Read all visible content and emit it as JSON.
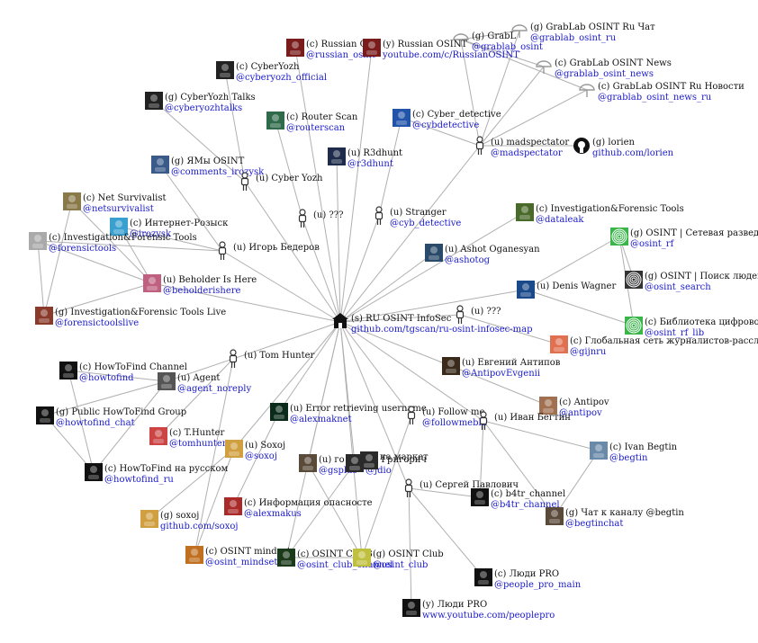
{
  "center": {
    "label": "(s) RU OSINT InfoSec",
    "sub": "github.com/tgscan/ru-osint-infosec-map"
  },
  "nodes": [
    {
      "id": "russian_osint_c",
      "label": "(c) Russian OS",
      "sub": "@russian_osint",
      "icon": "avatar-icon",
      "color": "#7a1c1c"
    },
    {
      "id": "russian_osint_y",
      "label": "(y) Russian OSINT",
      "sub": "youtube.com/c/RussianOSINT",
      "icon": "avatar-icon",
      "color": "#7a1c1c"
    },
    {
      "id": "grablab_g",
      "label": "(g) GrabL",
      "sub": "@grablab_osint",
      "icon": "umbrella-icon",
      "color": "#999999"
    },
    {
      "id": "grablab_ru_chat",
      "label": "(g) GrabLab OSINT Ru Чат",
      "sub": "@grablab_osint_ru",
      "icon": "umbrella-icon",
      "color": "#999999"
    },
    {
      "id": "grablab_news",
      "label": "(c) GrabLab OSINT News",
      "sub": "@grablab_osint_news",
      "icon": "umbrella-icon",
      "color": "#999999"
    },
    {
      "id": "grablab_ru_news",
      "label": "(c) GrabLab OSINT Ru Новости",
      "sub": "@grablab_osint_news_ru",
      "icon": "umbrella-icon",
      "color": "#999999"
    },
    {
      "id": "cyberyozh_c",
      "label": "(c) CyberYozh",
      "sub": "@cyberyozh_official",
      "icon": "avatar-icon",
      "color": "#222222"
    },
    {
      "id": "cyberyozh_talks",
      "label": "(g) CyberYozh Talks",
      "sub": "@cyberyozhtalks",
      "icon": "avatar-icon",
      "color": "#222222"
    },
    {
      "id": "router_scan",
      "label": "(c) Router Scan",
      "sub": "@routerscan",
      "icon": "avatar-icon",
      "color": "#2f6b4a"
    },
    {
      "id": "cyber_detective",
      "label": "(c) Cyber_detective",
      "sub": "@cybdetective",
      "icon": "avatar-icon",
      "color": "#2255aa"
    },
    {
      "id": "madspectator",
      "label": "(u) madspectator",
      "sub": "@madspectator",
      "icon": "person-icon",
      "color": "#444444"
    },
    {
      "id": "lorien",
      "label": "(g) lorien",
      "sub": "github.com/lorien",
      "icon": "github-icon",
      "color": "#111111"
    },
    {
      "id": "r3dhunt",
      "label": "(u) R3dhunt",
      "sub": "@r3dhunt",
      "icon": "avatar-icon",
      "color": "#1e2b4a"
    },
    {
      "id": "yamy_osint",
      "label": "(g) ЯМы OSINT",
      "sub": "@comments_irozysk",
      "icon": "avatar-icon",
      "color": "#3a5a8a"
    },
    {
      "id": "cyber_yozh_u",
      "label": "(u) Cyber Yozh",
      "sub": "",
      "icon": "person-icon",
      "color": "#444444"
    },
    {
      "id": "qqq1",
      "label": "(u) ???",
      "sub": "",
      "icon": "person-icon",
      "color": "#444444"
    },
    {
      "id": "stranger",
      "label": "(u) Stranger",
      "sub": "@cyb_detective",
      "icon": "person-icon",
      "color": "#444444"
    },
    {
      "id": "inv_forensic_tools",
      "label": "(c) Investigation&Forensic Tools",
      "sub": "@dataleak",
      "icon": "avatar-icon",
      "color": "#4a6a2a"
    },
    {
      "id": "net_survivalist",
      "label": "(c) Net Survivalist",
      "sub": "@netsurvivalist",
      "icon": "avatar-icon",
      "color": "#8a7a4a"
    },
    {
      "id": "internet_rozysk",
      "label": "(c) Интернет-Розыск",
      "sub": "@irozysk",
      "icon": "avatar-icon",
      "color": "#3aa0d0"
    },
    {
      "id": "inv_forensic_tools_c",
      "label": "(c) Investigation&Forensic Tools",
      "sub": "@forensictools",
      "icon": "avatar-icon",
      "color": "#aaaaaa"
    },
    {
      "id": "igor_bederov",
      "label": "(u) Игорь Бедеров",
      "sub": "",
      "icon": "person-icon",
      "color": "#444444"
    },
    {
      "id": "ashot",
      "label": "(u) Ashot Oganesyan",
      "sub": "@ashotog",
      "icon": "avatar-icon",
      "color": "#2a4a6a"
    },
    {
      "id": "osint_setevaya",
      "label": "(g) OSINT | Сетевая разведка и по",
      "sub": "@osint_rf",
      "icon": "fingerprint-icon",
      "color": "#3ab54a"
    },
    {
      "id": "osint_poisk",
      "label": "(g) OSINT | Поиск людей | Ро",
      "sub": "@osint_search",
      "icon": "fingerprint-icon",
      "color": "#333333"
    },
    {
      "id": "denis_wagner",
      "label": "(u) Denis Wagner",
      "sub": "",
      "icon": "avatar-icon",
      "color": "#1a4a8a"
    },
    {
      "id": "biblioteka",
      "label": "(c) Библиотека цифровой разв",
      "sub": "@osint_rf_lib",
      "icon": "fingerprint-icon",
      "color": "#3ab54a"
    },
    {
      "id": "beholder",
      "label": "(u) Beholder Is Here",
      "sub": "@beholderishere",
      "icon": "avatar-icon",
      "color": "#c06080"
    },
    {
      "id": "inv_forensic_live",
      "label": "(g) Investigation&Forensic Tools Live",
      "sub": "@forensictoolslive",
      "icon": "avatar-icon",
      "color": "#8a3a2a"
    },
    {
      "id": "qqq2",
      "label": "(u) ???",
      "sub": "",
      "icon": "person-icon",
      "color": "#444444"
    },
    {
      "id": "gijn",
      "label": "(c) Глобальная сеть журналистов-расследователе",
      "sub": "@gijnru",
      "icon": "avatar-icon",
      "color": "#e07050"
    },
    {
      "id": "tom_hunter",
      "label": "(u) Tom Hunter",
      "sub": "",
      "icon": "person-icon",
      "color": "#444444"
    },
    {
      "id": "evgeny_antipov",
      "label": "(u) Евгений Антипов",
      "sub": "@AntipovEvgenii",
      "icon": "avatar-icon",
      "color": "#3a2a1a"
    },
    {
      "id": "howtofind_channel",
      "label": "(c) HowToFind Channel",
      "sub": "@howtofind",
      "icon": "avatar-icon",
      "color": "#111111"
    },
    {
      "id": "agent",
      "label": "(u) Agent",
      "sub": "@agent_noreply",
      "icon": "avatar-icon",
      "color": "#555555"
    },
    {
      "id": "antipov_c",
      "label": "(c) Antipov",
      "sub": "@antipov",
      "icon": "avatar-icon",
      "color": "#a07050"
    },
    {
      "id": "error_user",
      "label": "(u) Error retrieving username",
      "sub": "@alexmaknet",
      "icon": "avatar-icon",
      "color": "#0a2a1a"
    },
    {
      "id": "follow_me",
      "label": "(u) Follow me",
      "sub": "@followmebla",
      "icon": "person-icon",
      "color": "#444444"
    },
    {
      "id": "ivan_begtin_u",
      "label": "(u) Иван Бегтин",
      "sub": "",
      "icon": "person-icon",
      "color": "#444444"
    },
    {
      "id": "public_howtofind",
      "label": "(g) Public HowToFind Group",
      "sub": "@howtofind_chat",
      "icon": "avatar-icon",
      "color": "#111111"
    },
    {
      "id": "thunter",
      "label": "(c) T.Hunter",
      "sub": "@tomhunter",
      "icon": "avatar-icon",
      "color": "#cc4444"
    },
    {
      "id": "ivan_begtin_c",
      "label": "(c) Ivan Begtin",
      "sub": "@begtin",
      "icon": "avatar-icon",
      "color": "#6a8aaa"
    },
    {
      "id": "soxoj_u",
      "label": "(u) Soxoj",
      "sub": "@soxoj",
      "icon": "avatar-icon",
      "color": "#d0a040"
    },
    {
      "id": "go_user",
      "label": "(u) го",
      "sub": "@gsplus",
      "icon": "avatar-icon",
      "color": "#5a4a3a"
    },
    {
      "id": "grigorich",
      "label": "(u) Григорич",
      "sub": "@jdio",
      "icon": "avatar-icon",
      "color": "#2a2a2a"
    },
    {
      "id": "ha_mark",
      "label": "на маркет",
      "sub": "",
      "icon": "avatar-icon",
      "color": "#2a2a2a"
    },
    {
      "id": "howtofind_ru",
      "label": "(c) HowToFind на русском",
      "sub": "@howtofind_ru",
      "icon": "avatar-icon",
      "color": "#111111"
    },
    {
      "id": "sergey_pavlovich",
      "label": "(u) Сергей Павлович",
      "sub": "",
      "icon": "person-icon",
      "color": "#444444"
    },
    {
      "id": "b4tr",
      "label": "(c) b4tr_channel",
      "sub": "@b4tr_channel",
      "icon": "avatar-icon",
      "color": "#111111"
    },
    {
      "id": "chat_begtin",
      "label": "(g) Чат к каналу @begtin",
      "sub": "@begtinchat",
      "icon": "avatar-icon",
      "color": "#5a4a3a"
    },
    {
      "id": "info_danger",
      "label": "(c) Информация опасносте",
      "sub": "@alexmakus",
      "icon": "avatar-icon",
      "color": "#aa2a2a"
    },
    {
      "id": "soxoj_g",
      "label": "(g) soxoj",
      "sub": "github.com/soxoj",
      "icon": "avatar-icon",
      "color": "#d0a040"
    },
    {
      "id": "osint_mindset",
      "label": "(c) OSINT mindset",
      "sub": "@osint_mindset",
      "icon": "avatar-icon",
      "color": "#c07020"
    },
    {
      "id": "osint_club_c",
      "label": "(c) OSINT CLUB",
      "sub": "@osint_club_channel",
      "icon": "avatar-icon",
      "color": "#1a3a1a"
    },
    {
      "id": "osint_club_g",
      "label": "(g) OSINT Club",
      "sub": "@osint_club",
      "icon": "avatar-icon",
      "color": "#c0c040"
    },
    {
      "id": "lyudi_pro_c",
      "label": "(c) Люди PRO",
      "sub": "@people_pro_main",
      "icon": "avatar-icon",
      "color": "#111111"
    },
    {
      "id": "lyudi_pro_y",
      "label": "(y) Люди PRO",
      "sub": "www.youtube.com/peoplepro",
      "icon": "avatar-icon",
      "color": "#111111"
    }
  ]
}
